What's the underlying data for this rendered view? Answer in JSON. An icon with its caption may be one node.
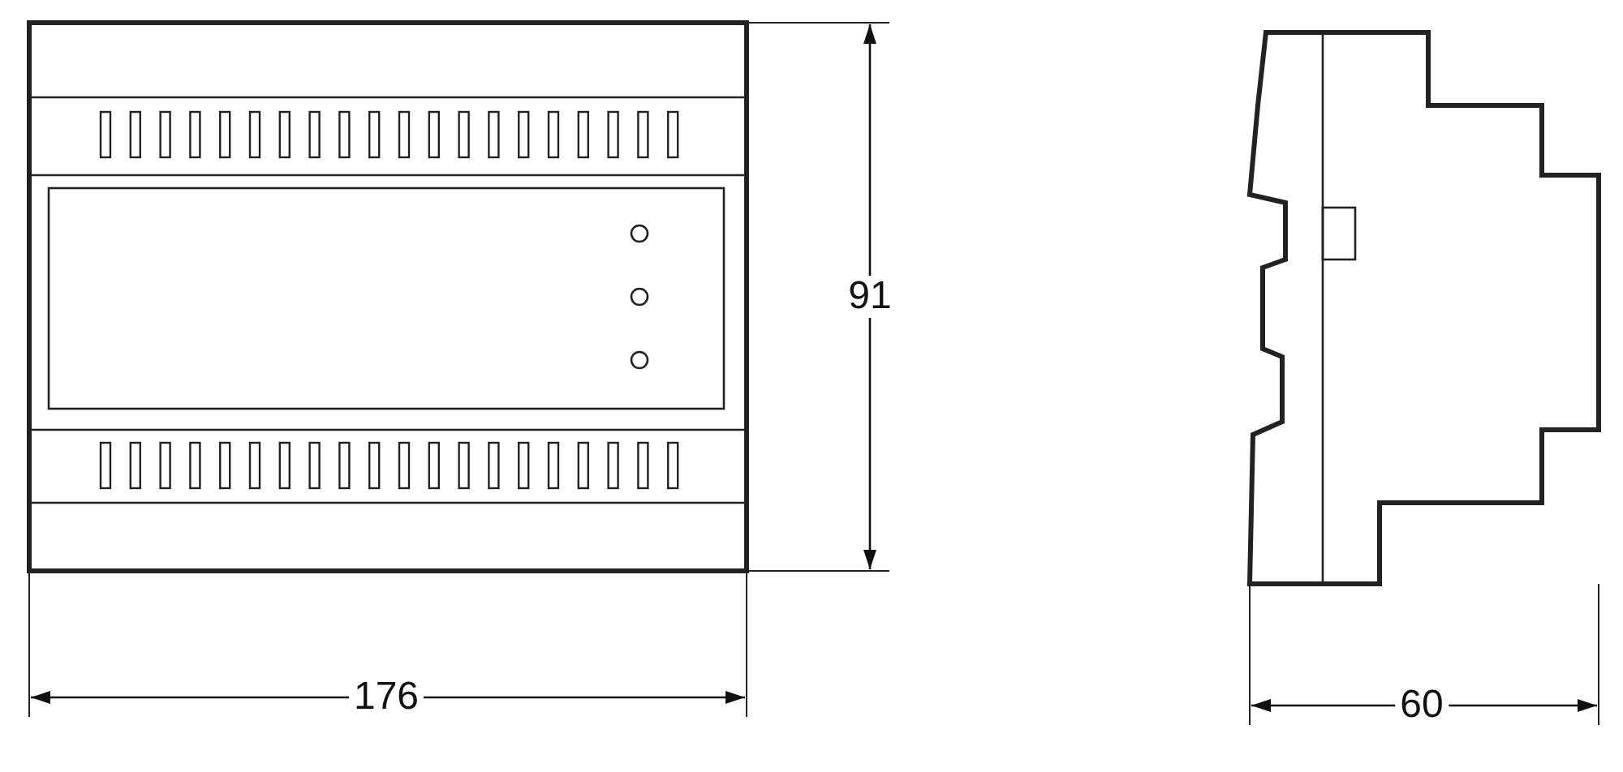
{
  "diagram": {
    "labels": [
      "91",
      "176",
      "60"
    ]
  }
}
